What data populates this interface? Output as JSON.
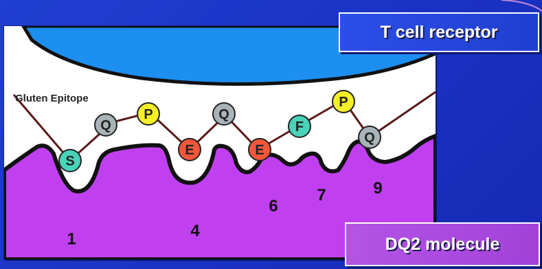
{
  "labels": {
    "tcr": "T cell receptor",
    "dq2": "DQ2 molecule",
    "gluten": "Gluten Epitope"
  },
  "residues": [
    {
      "letter": "S",
      "color": "#49d3b8"
    },
    {
      "letter": "Q",
      "color": "#a9b4b8"
    },
    {
      "letter": "P",
      "color": "#f5ee28"
    },
    {
      "letter": "E",
      "color": "#f0573a"
    },
    {
      "letter": "Q",
      "color": "#a9b4b8"
    },
    {
      "letter": "E",
      "color": "#f0573a"
    },
    {
      "letter": "F",
      "color": "#49d3b8"
    },
    {
      "letter": "P",
      "color": "#f5ee28"
    },
    {
      "letter": "Q",
      "color": "#a9b4b8"
    }
  ],
  "pockets": [
    "1",
    "4",
    "6",
    "7",
    "9"
  ],
  "colors": {
    "slide_bg": "#1f3fd0",
    "tcr_blob": "#1c8ff0",
    "mhc": "#c040f0",
    "chain": "#5a1a1a"
  }
}
